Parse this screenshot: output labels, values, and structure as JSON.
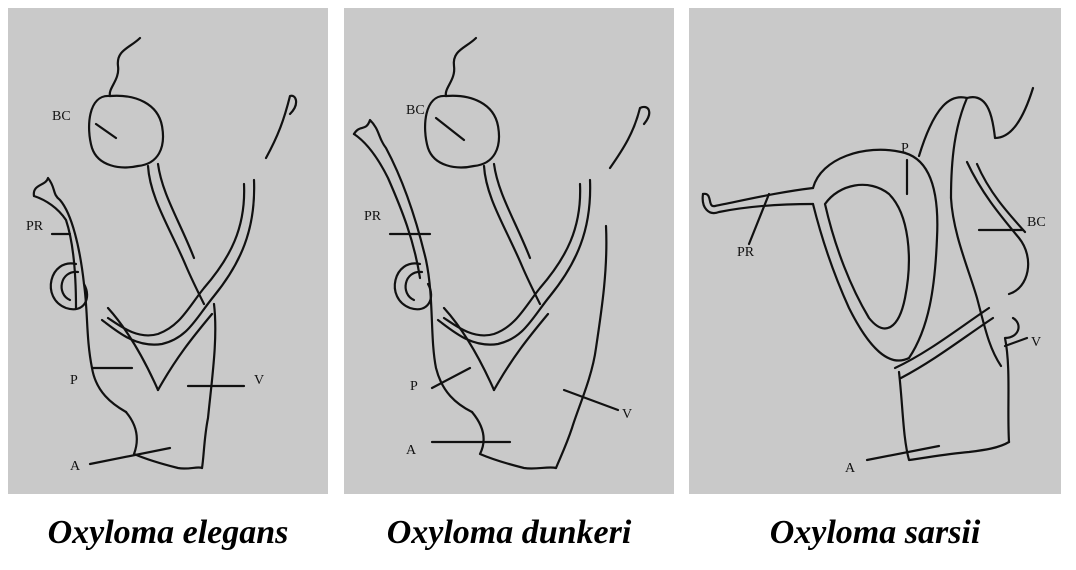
{
  "panels": [
    {
      "species": "Oxyloma elegans",
      "labels": {
        "bc": "BC",
        "pr": "PR",
        "p": "P",
        "v": "V",
        "a": "A"
      }
    },
    {
      "species": "Oxyloma dunkeri",
      "labels": {
        "bc": "BC",
        "pr": "PR",
        "p": "P",
        "v": "V",
        "a": "A"
      }
    },
    {
      "species": "Oxyloma sarsii",
      "labels": {
        "p": "P",
        "pr": "PR",
        "bc": "BC",
        "v": "V",
        "a": "A"
      }
    }
  ],
  "colors": {
    "panel_background": "#c9c9c9",
    "ink": "#111111"
  }
}
